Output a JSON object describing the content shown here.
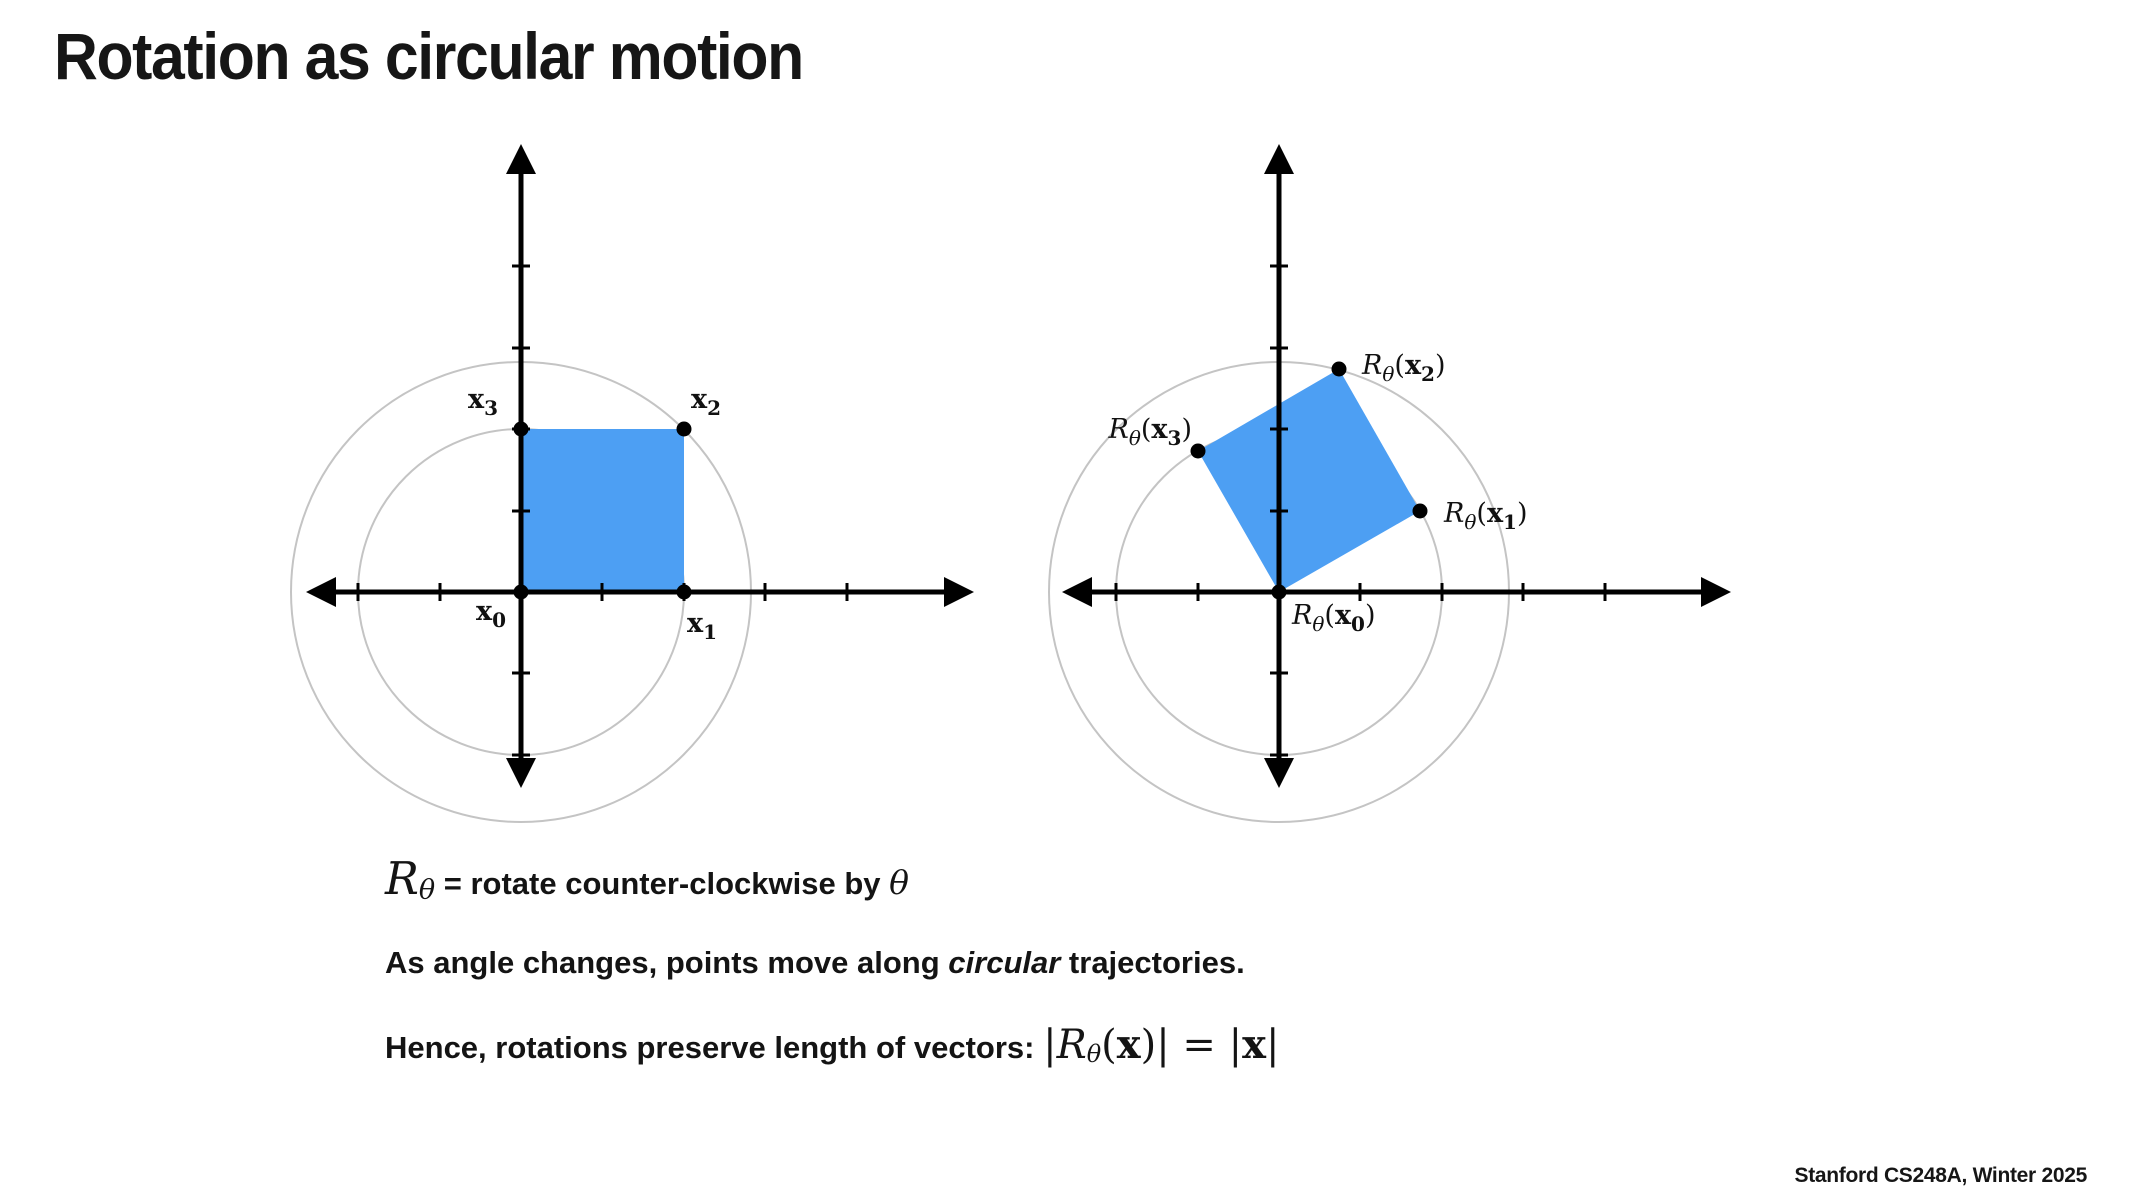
{
  "slide": {
    "title": "Rotation as circular motion",
    "footer": "Stanford CS248A, Winter 2025"
  },
  "colors": {
    "square_fill": "#4d9ff3",
    "circle_stroke": "#c4c4c4",
    "axis": "#000000"
  },
  "diagrams": {
    "left": {
      "points": [
        {
          "var": "x",
          "sub": "0"
        },
        {
          "var": "x",
          "sub": "1"
        },
        {
          "var": "x",
          "sub": "2"
        },
        {
          "var": "x",
          "sub": "3"
        }
      ]
    },
    "right": {
      "points": [
        {
          "func": "R",
          "func_sub": "θ",
          "open": "(",
          "var": "x",
          "var_sub": "0",
          "close": ")"
        },
        {
          "func": "R",
          "func_sub": "θ",
          "open": "(",
          "var": "x",
          "var_sub": "1",
          "close": ")"
        },
        {
          "func": "R",
          "func_sub": "θ",
          "open": "(",
          "var": "x",
          "var_sub": "2",
          "close": ")"
        },
        {
          "func": "R",
          "func_sub": "θ",
          "open": "(",
          "var": "x",
          "var_sub": "3",
          "close": ")"
        }
      ]
    }
  },
  "notes": {
    "line1": {
      "R": "R",
      "sub": "θ",
      "text": " = rotate counter-clockwise by ",
      "theta": "θ"
    },
    "line2": {
      "pre": "As angle changes, points move along ",
      "em": "circular",
      "post": " trajectories."
    },
    "line3": {
      "text": "Hence, rotations preserve length of vectors: ",
      "m1": "|",
      "R": "R",
      "sub": "θ",
      "m2": "(",
      "x1": "x",
      "m3": ")",
      "m4": "|",
      "eq": " = ",
      "m5": "|",
      "x2": "x",
      "m6": "|"
    }
  }
}
